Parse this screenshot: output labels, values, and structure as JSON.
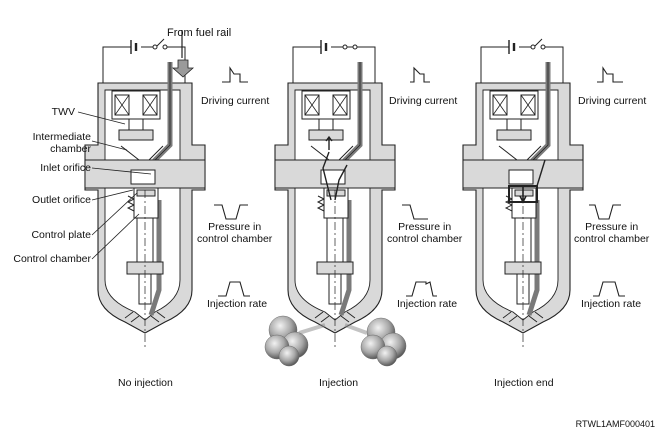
{
  "figure_code": "RTWL1AMF000401",
  "fuel_label": "From fuel rail",
  "part_labels": {
    "twv": "TWV",
    "intermediate_chamber": "Intermediate\nchamber",
    "inlet_orifice": "Inlet orifice",
    "outlet_orifice": "Outlet orifice",
    "control_plate": "Control plate",
    "control_chamber": "Control chamber"
  },
  "stages": [
    {
      "caption": "No injection",
      "graphs": [
        "Driving current",
        "Pressure in\ncontrol chamber",
        "Injection rate"
      ],
      "current": "off",
      "pressure": "low",
      "injection": "start"
    },
    {
      "caption": "Injection",
      "graphs": [
        "Driving current",
        "Pressure in\ncontrol chamber",
        "Injection rate"
      ],
      "current": "on",
      "pressure": "drop",
      "injection": "on"
    },
    {
      "caption": "Injection end",
      "graphs": [
        "Driving current",
        "Pressure in\ncontrol chamber",
        "Injection rate"
      ],
      "current": "end",
      "pressure": "recover",
      "injection": "end"
    }
  ],
  "colors": {
    "body": "#d9d9d9",
    "dark": "#7a7a7a",
    "line": "#222222",
    "spray": "#9a9a9a"
  }
}
